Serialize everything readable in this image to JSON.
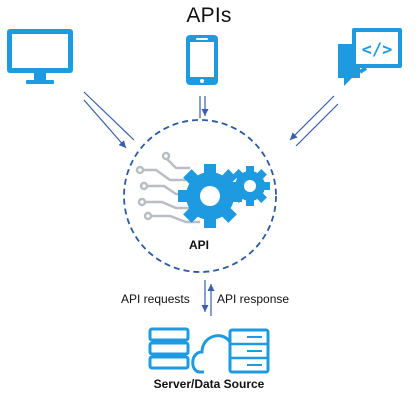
{
  "title": "APIs",
  "center_label": "API",
  "request_label": "API requests",
  "response_label": "API response",
  "server_label": "Server/Data Source",
  "icons": [
    "desktop-icon",
    "smartphone-icon",
    "code-chat-icon",
    "gears-icon",
    "circuit-icon",
    "database-icon",
    "cloud-server-icon"
  ],
  "colors": {
    "accent": "#1e9be0",
    "arrow": "#3a5ea8",
    "circuit": "#b9bec4",
    "dashed": "#2a5aa5"
  }
}
